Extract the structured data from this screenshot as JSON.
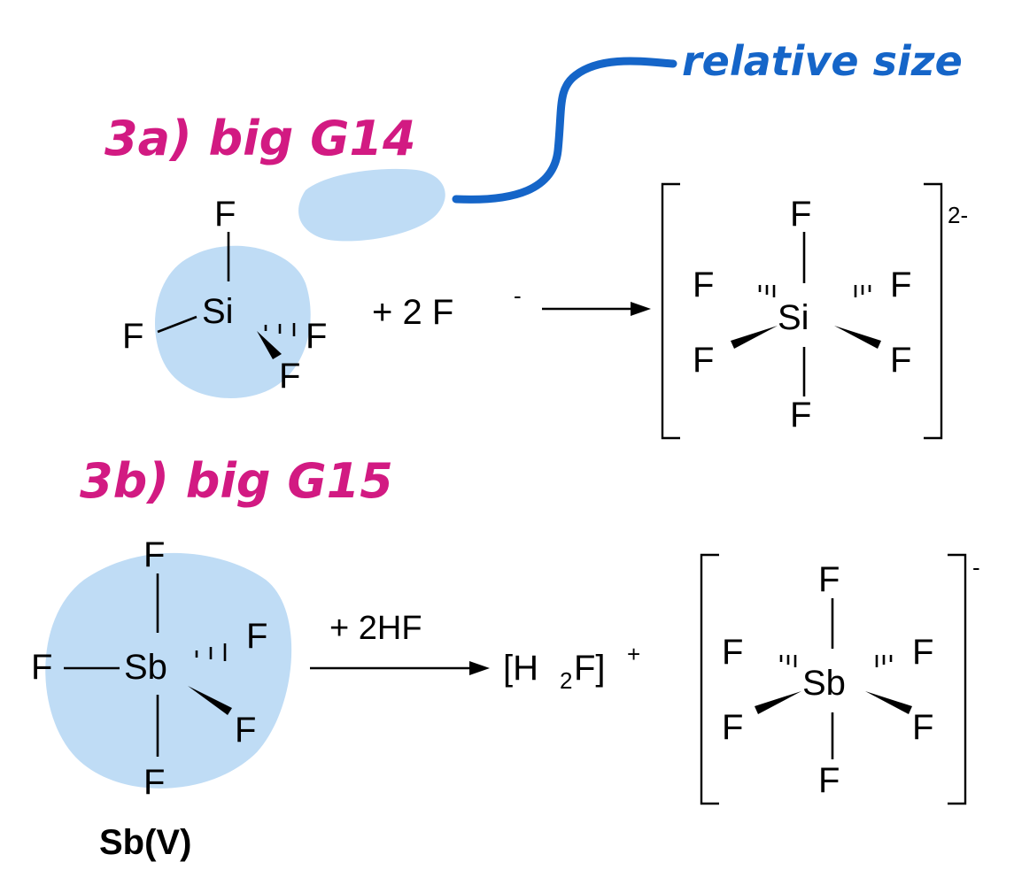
{
  "notes": {
    "part_a_label": "3a) big G14",
    "part_b_label": "3b) big G15",
    "relative_size_note": "relative size"
  },
  "reaction_a": {
    "reactant": {
      "center": "Si",
      "ligand": "F"
    },
    "reagent": "+  2 F",
    "reagent_sup": "-",
    "product": {
      "center": "Si",
      "ligand": "F",
      "charge": "2-"
    }
  },
  "reaction_b": {
    "reactant": {
      "center": "Sb",
      "ligand": "F",
      "caption": "Sb(V)"
    },
    "reagent": "+ 2HF",
    "cation": {
      "open": "[H",
      "sub": "2",
      "close": "F]",
      "sup": "+"
    },
    "product": {
      "center": "Sb",
      "ligand": "F",
      "charge": "-"
    }
  },
  "colors": {
    "highlight": "#bfdcf5",
    "pink_ink": "#d21a82",
    "blue_ink": "#1565c8"
  }
}
